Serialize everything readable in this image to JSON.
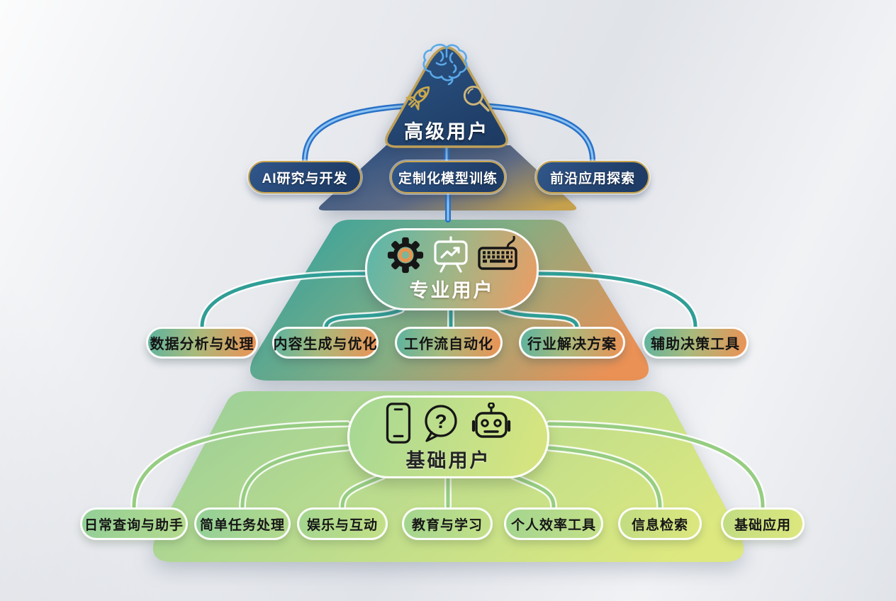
{
  "tiers": [
    {
      "name": "高级用户",
      "icons": [
        "brain-icon",
        "rocket-icon",
        "search-icon"
      ],
      "pills": [
        "AI研究与开发",
        "定制化模型训练",
        "前沿应用探索"
      ],
      "colors": {
        "fill": "#224671",
        "accent_gold": "#c9a54f",
        "connector_blue": "#2e7cd6"
      }
    },
    {
      "name": "专业用户",
      "icons": [
        "gear-icon",
        "presentation-chart-icon",
        "keyboard-icon"
      ],
      "pills": [
        "数据分析与处理",
        "内容生成与优化",
        "工作流自动化",
        "行业解决方案",
        "辅助决策工具"
      ],
      "colors": {
        "fill_left": "#3aa39b",
        "fill_right": "#ea9156",
        "connector_teal": "#2f9e96"
      }
    },
    {
      "name": "基础用户",
      "icons": [
        "smartphone-icon",
        "question-bubble-icon",
        "robot-icon"
      ],
      "pills": [
        "日常查询与助手",
        "简单任务处理",
        "娱乐与互动",
        "教育与学习",
        "个人效率工具",
        "信息检索",
        "基础应用"
      ],
      "colors": {
        "fill_left": "#9ed097",
        "fill_right": "#dde87f",
        "connector_green": "#96cd82"
      }
    }
  ],
  "icon_glyphs": {
    "question_mark": "?"
  },
  "background_color": "#e9ebef"
}
